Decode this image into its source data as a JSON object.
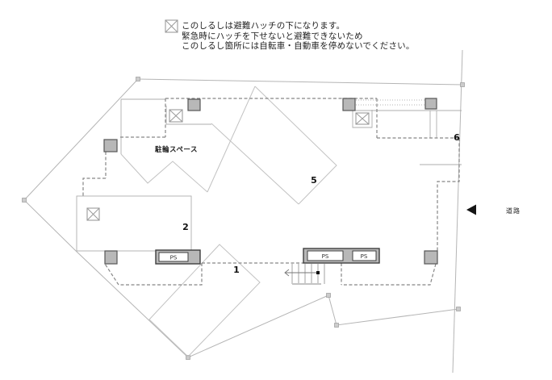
{
  "legend": {
    "marker_icon": "crossed-square",
    "line1": "このしるしは避難ハッチの下になります。",
    "line2": "緊急時にハッチを下せないと避難できないため",
    "line3": "このしるし箇所には自転車・自動車を停めないでください。"
  },
  "plan": {
    "bicycle_parking": "駐輪スペース",
    "road": "道路",
    "numbers": {
      "n1": "1",
      "n2": "2",
      "n5": "5",
      "n6": "6"
    },
    "ps": {
      "left": "PS",
      "mid": "PS",
      "right": "PS"
    }
  },
  "icons": {
    "hatch_marker": "crossed-square-icon",
    "road_arrow": "left-pointing-triangle-icon"
  },
  "colors": {
    "boundary_line": "#b5b5b5",
    "dashed_outline": "#878787",
    "column_fill": "#b8b8b8",
    "arrow": "#151515",
    "text": "#222222"
  }
}
